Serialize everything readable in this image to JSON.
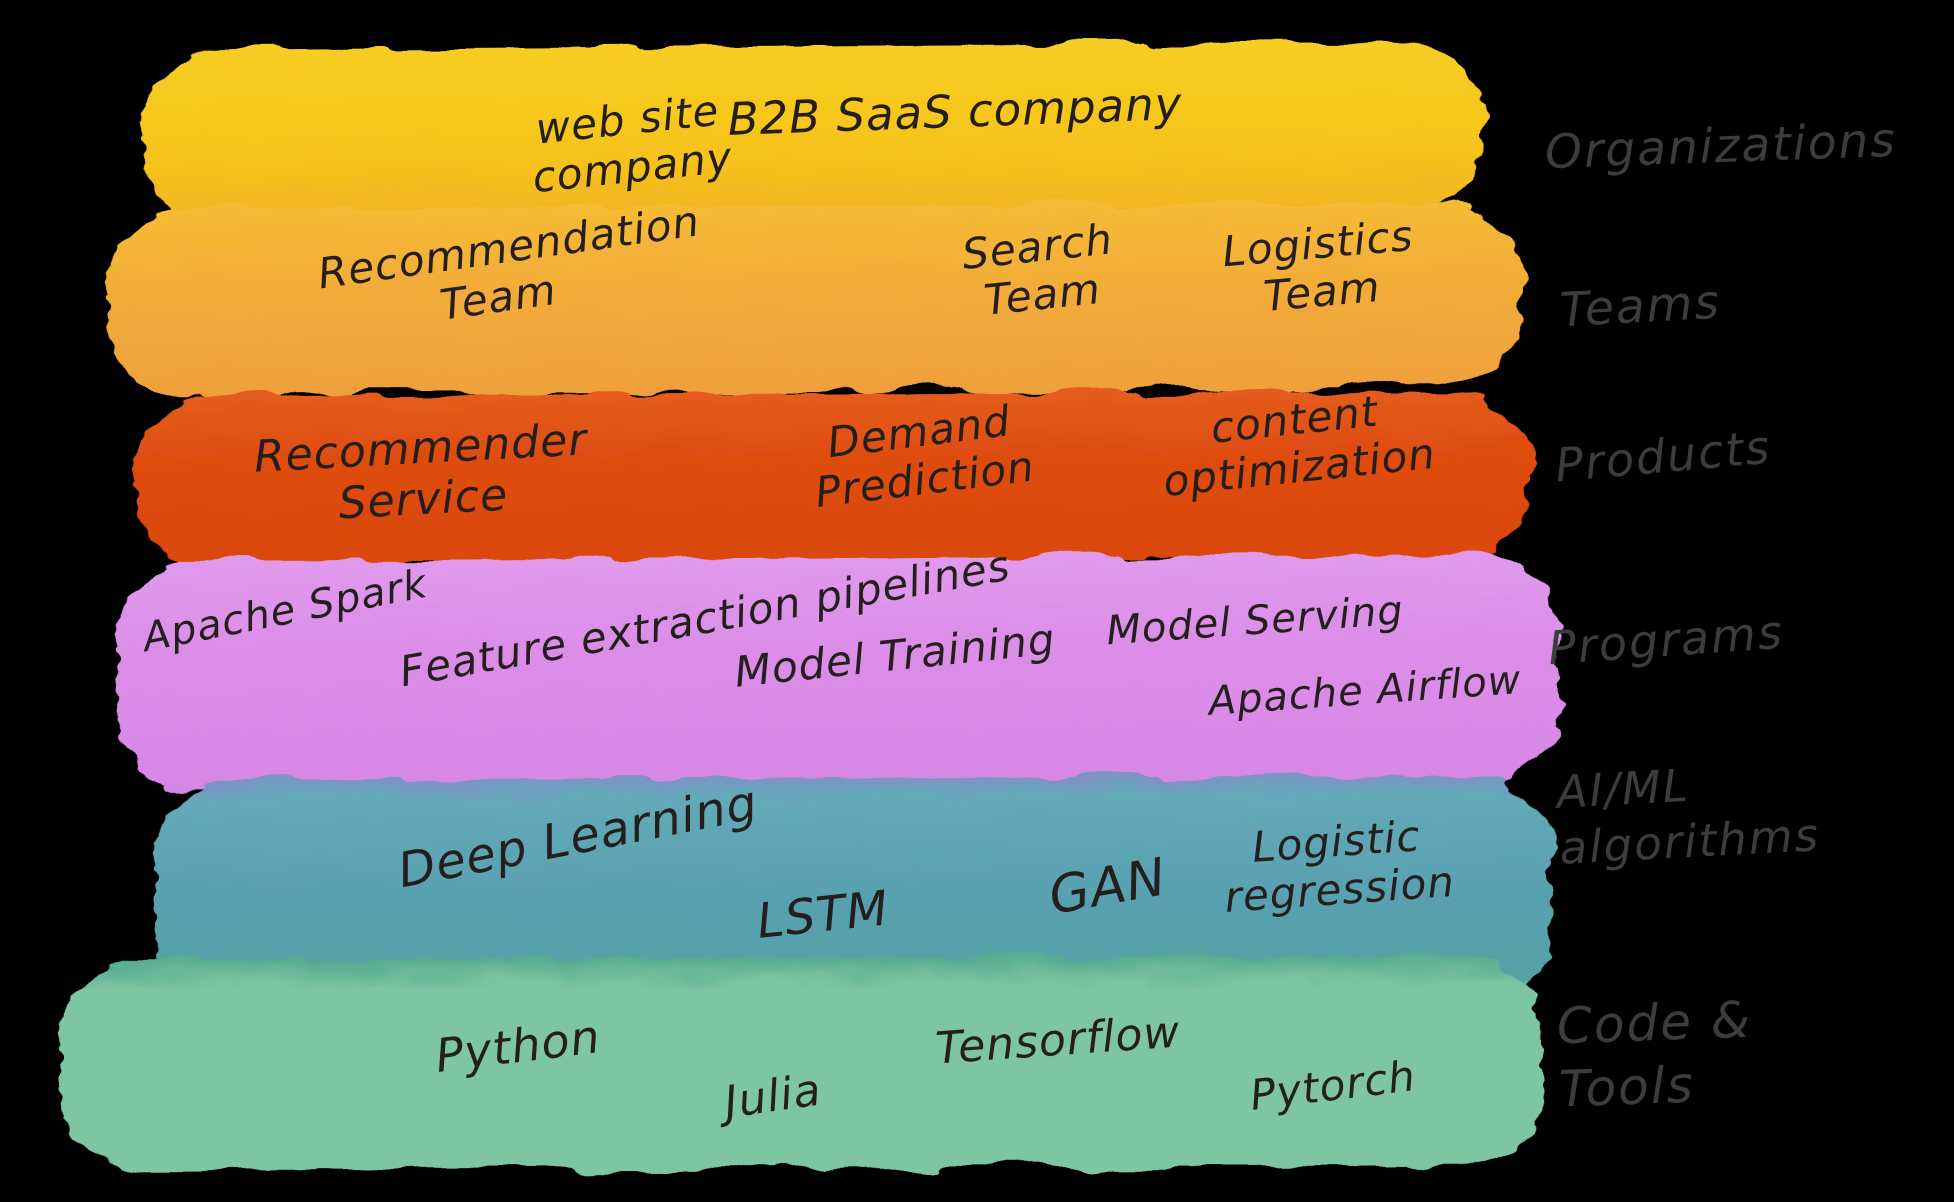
{
  "diagram": {
    "background_color": "#000000",
    "text_color": "#241e1c",
    "side_label_color": "#3c3c3c",
    "bands": [
      {
        "side_label": "Organizations",
        "color": "#f6c51d",
        "items": [
          {
            "text": "web site\ncompany"
          },
          {
            "text": "B2B SaaS company"
          }
        ]
      },
      {
        "side_label": "Teams",
        "color": "#f1a43a",
        "items": [
          {
            "text": "Recommendation\nTeam"
          },
          {
            "text": "Search\nTeam"
          },
          {
            "text": "Logistics\nTeam"
          }
        ]
      },
      {
        "side_label": "Products",
        "color": "#dd4a10",
        "items": [
          {
            "text": "Recommender\nService"
          },
          {
            "text": "Demand\nPrediction"
          },
          {
            "text": "content\noptimization"
          }
        ]
      },
      {
        "side_label": "Programs",
        "color": "#da8ce7",
        "items": [
          {
            "text": "Apache Spark"
          },
          {
            "text": "Feature extraction pipelines"
          },
          {
            "text": "Model Training"
          },
          {
            "text": "Model Serving"
          },
          {
            "text": "Apache Airflow"
          }
        ]
      },
      {
        "side_label": "AI/ML\nalgorithms",
        "color": "#58a0b0",
        "items": [
          {
            "text": "Deep Learning"
          },
          {
            "text": "LSTM"
          },
          {
            "text": "GAN"
          },
          {
            "text": "Logistic\nregression"
          }
        ]
      },
      {
        "side_label": "Code &\nTools",
        "color": "#7ec5a4",
        "items": [
          {
            "text": "Python"
          },
          {
            "text": "Julia"
          },
          {
            "text": "Tensorflow"
          },
          {
            "text": "Pytorch"
          }
        ]
      }
    ]
  }
}
